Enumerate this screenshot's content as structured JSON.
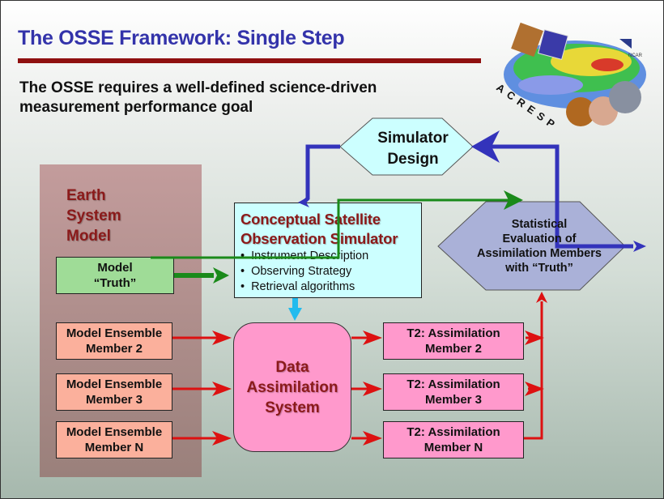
{
  "slide": {
    "title": "The OSSE Framework: Single Step",
    "subtitle": "The OSSE requires a well-defined science-driven measurement performance goal",
    "accent_color": "#3333aa",
    "rule_color": "#8f1010"
  },
  "logo": {
    "ring_text": "ACRESP",
    "org_label": "NCAR"
  },
  "earth_system_model": {
    "label_lines": [
      "Earth",
      "System",
      "Model"
    ],
    "truth_box": {
      "line1": "Model",
      "line2": "“Truth”"
    },
    "members": [
      {
        "line1": "Model Ensemble",
        "line2": "Member 2"
      },
      {
        "line1": "Model Ensemble",
        "line2": "Member 3"
      },
      {
        "line1": "Model Ensemble",
        "line2": "Member N"
      }
    ]
  },
  "simulator": {
    "title_line1": "Conceptual Satellite",
    "title_line2": "Observation Simulator",
    "bullets": [
      "Instrument Description",
      "Observing Strategy",
      "Retrieval algorithms"
    ]
  },
  "simulator_design": {
    "line1": "Simulator",
    "line2": "Design"
  },
  "data_assimilation": {
    "line1": "Data",
    "line2": "Assimilation",
    "line3": "System"
  },
  "assimilation_members": [
    {
      "line1": "T2: Assimilation",
      "line2": "Member 2"
    },
    {
      "line1": "T2: Assimilation",
      "line2": "Member 3"
    },
    {
      "line1": "T2: Assimilation",
      "line2": "Member N"
    }
  ],
  "statistical_evaluation": {
    "lines": [
      "Statistical",
      "Evaluation of",
      "Assimilation Members",
      "with “Truth”"
    ]
  },
  "colors": {
    "feedback_arrow": "#3333bb",
    "truth_arrow": "#1a8a1a",
    "ensemble_arrow": "#dd1111",
    "sim_to_das_arrow": "#22bbee"
  }
}
